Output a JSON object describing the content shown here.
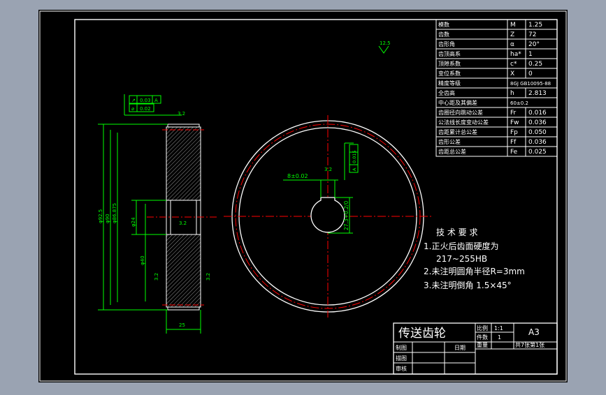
{
  "colors": {
    "background": "#000000",
    "frame": "#ffffff",
    "dimension": "#00ff00",
    "centerline": "#ff0000",
    "annotation": "#ffffff",
    "window_bg": "#9aa3b2"
  },
  "params_table": [
    {
      "name": "模数",
      "symbol": "M",
      "value": "1.25"
    },
    {
      "name": "齿数",
      "symbol": "Z",
      "value": "72"
    },
    {
      "name": "齿形角",
      "symbol": "α",
      "value": "20°"
    },
    {
      "name": "齿顶高系",
      "symbol": "ha*",
      "value": "1"
    },
    {
      "name": "顶隙系数",
      "symbol": "c*",
      "value": "0.25"
    },
    {
      "name": "变位系数",
      "symbol": "X",
      "value": "0"
    },
    {
      "name": "精度等级",
      "symbol": "",
      "value": "8GJ GB10095-88"
    },
    {
      "name": "全齿高",
      "symbol": "h",
      "value": "2.813"
    },
    {
      "name": "中心距及其偏差",
      "symbol": "",
      "value": "60±0.2"
    },
    {
      "name": "齿圈径向跳动公差",
      "symbol": "Fr",
      "value": "0.016"
    },
    {
      "name": "公法线长度变动公差",
      "symbol": "Fw",
      "value": "0.036"
    },
    {
      "name": "齿距累计总公差",
      "symbol": "Fp",
      "value": "0.050"
    },
    {
      "name": "齿形公差",
      "symbol": "Ff",
      "value": "0.036"
    },
    {
      "name": "齿距总公差",
      "symbol": "Fe",
      "value": "0.025"
    }
  ],
  "tech_requirements": {
    "title": "技 术 要 求",
    "items": [
      "1.正火后齿面硬度为",
      "217~255HB",
      "2.未注明圆角半径R=3mm",
      "3.未注明倒角 1.5×45°"
    ]
  },
  "title_block": {
    "part_name": "传送齿轮",
    "scale_label": "比例",
    "scale_value": "1:1",
    "count_label": "件数",
    "count_value": "1",
    "sheet_size": "A3",
    "weight_label": "重量",
    "sheets": "共7张第1张",
    "drawn_label": "制图",
    "date_label": "日期",
    "draw_label": "描图",
    "check_label": "审核"
  },
  "annotations": {
    "roughness_top": "12.5",
    "roughness_face": "3.2",
    "roughness_bore": "3.2",
    "roughness_side_left": "3.2",
    "roughness_side_right": "3.2",
    "roughness_keyway": "3.2",
    "tol_runout": "0.03",
    "tol_ref": "A",
    "tol_flat": "0.02",
    "dia_outer": "φ92.5",
    "dia_pitch": "φ90",
    "dia_root": "φ86.875",
    "dia_bore": "φ24",
    "dia_hub": "φ40",
    "width": "25",
    "key_width": "8±0.02",
    "key_depth": "27.3+0.2/0",
    "sym_tol": "0.015",
    "sym_ref": "A"
  }
}
